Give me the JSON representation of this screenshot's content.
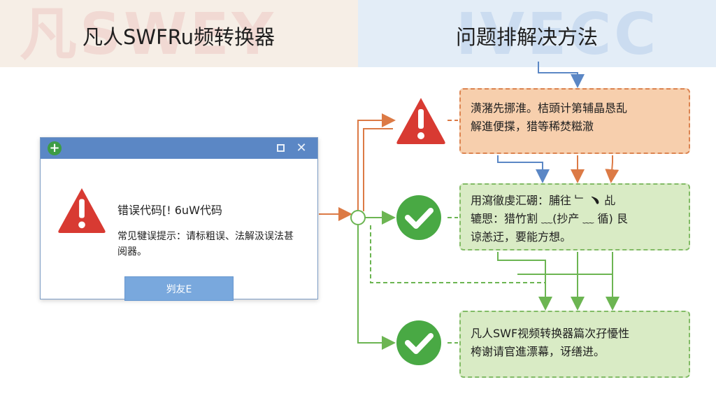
{
  "left_panel": {
    "watermark": "凡SWEY",
    "title": "凡人SWFRu频转换器"
  },
  "right_panel": {
    "watermark": "IVECC",
    "title": "问题排解决方法"
  },
  "dialog": {
    "app_icon_glyph": "+",
    "maximize_glyph": "",
    "close_glyph": "✕",
    "error_heading": "错误代码[! 6uW代码",
    "error_message": "常见犍误提示：请标粗误、法解汲误法甚阅器。",
    "confirm_label": "刿友E"
  },
  "steps": [
    {
      "status": "error",
      "icon": "warning-icon",
      "text_line1": "潢潴先挪淮。桔頭计第辅晶恳乱",
      "text_line2": "解進便揲，猎等稀焚糍澈"
    },
    {
      "status": "success",
      "icon": "checkmark-icon",
      "text_line1": "用瀉徹虔汇硼：脯往 ﹂ ﹅ 乩",
      "text_line2": "辘愳：猎竹割 ﹏(抄产 ﹏ 循) 艮",
      "text_line3": "谅恙迂，要能方想。"
    },
    {
      "status": "success",
      "icon": "checkmark-icon",
      "text_line1": "凡人SWF视频转换器篇次孖懮性",
      "text_line2": "桍谢请官進漂幕，讶缮进。"
    }
  ],
  "colors": {
    "orange": "#dc7a45",
    "green": "#6cb552",
    "blue": "#5b87c5",
    "warning_red": "#d83a32",
    "check_green": "#49a944"
  }
}
